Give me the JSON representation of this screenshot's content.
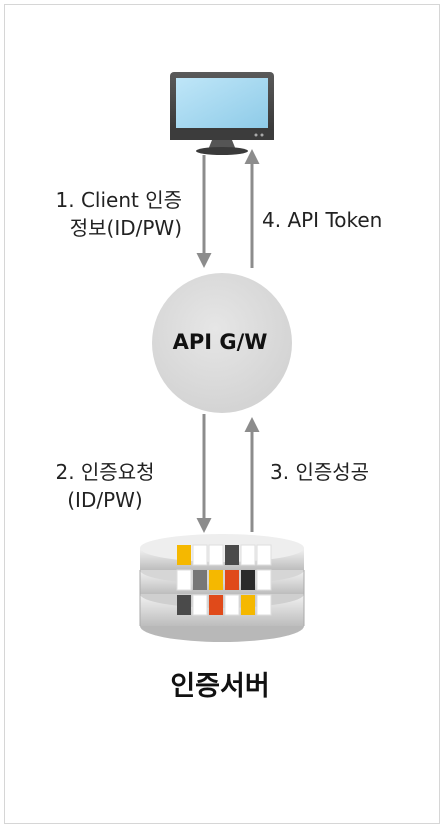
{
  "nodes": {
    "client": {
      "icon": "monitor-icon"
    },
    "gateway": {
      "label": "API G/W"
    },
    "auth_server": {
      "label": "인증서버",
      "icon": "database-server-icon"
    }
  },
  "edges": [
    {
      "step": 1,
      "line1": "1. Client 인증",
      "line2": "정보(ID/PW)",
      "from": "client",
      "to": "gateway"
    },
    {
      "step": 2,
      "line1": "2. 인증요청",
      "line2": "(ID/PW)",
      "from": "gateway",
      "to": "auth_server"
    },
    {
      "step": 3,
      "line1": "3. 인증성공",
      "from": "auth_server",
      "to": "gateway"
    },
    {
      "step": 4,
      "line1": "4. API Token",
      "from": "gateway",
      "to": "client"
    }
  ],
  "colors": {
    "arrow": "#8c8c8c",
    "gateway_fill": "#dcdcdc",
    "monitor_screen": "#a8d8f0",
    "monitor_body": "#4a4a4a",
    "accent_yellow": "#f5b800",
    "accent_orange": "#e04a1a"
  }
}
